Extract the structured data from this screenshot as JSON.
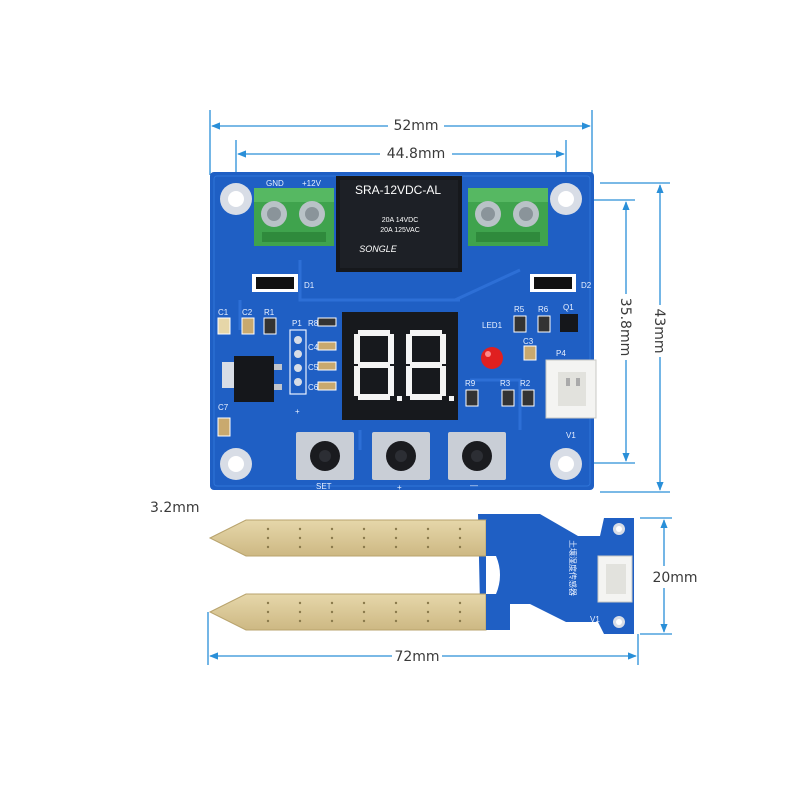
{
  "dimensions": {
    "board_width": "52mm",
    "hole_spacing": "44.8mm",
    "board_height": "43mm",
    "hole_vertical": "35.8mm",
    "hole_diameter": "3.2mm",
    "probe_length": "72mm",
    "probe_width": "20mm"
  },
  "board": {
    "relay_model": "SRA-12VDC-AL",
    "relay_rating_1": "20A 14VDC",
    "relay_rating_2": "20A 125VAC",
    "relay_brand": "SONGLE",
    "power_label_gnd": "GND",
    "power_label_vcc": "+12V",
    "button_set": "SET",
    "button_plus": "+",
    "button_minus": "—",
    "label_d1": "D1",
    "label_d2": "D2",
    "label_c1": "C1",
    "label_c2": "C2",
    "label_r1": "R1",
    "label_p1": "P1",
    "label_r8": "R8",
    "label_c4": "C4",
    "label_c5": "C5",
    "label_c6": "C6",
    "label_c7": "C7",
    "label_r9": "R9",
    "label_led1": "LED1",
    "label_r5": "R5",
    "label_r6": "R6",
    "label_q1": "Q1",
    "label_c3": "C3",
    "label_r3": "R3",
    "label_r2": "R2",
    "label_p4": "P4",
    "label_v1": "V1",
    "label_plus_pin": "+"
  },
  "probe": {
    "chinese_text": "土壤湿度传感器",
    "label_v1": "V1"
  },
  "colors": {
    "pcb_blue": "#1f5fc4",
    "dimension_line": "#2a8fd8",
    "terminal_green": "#3fa34d",
    "gold_probe": "#d9c89a"
  }
}
